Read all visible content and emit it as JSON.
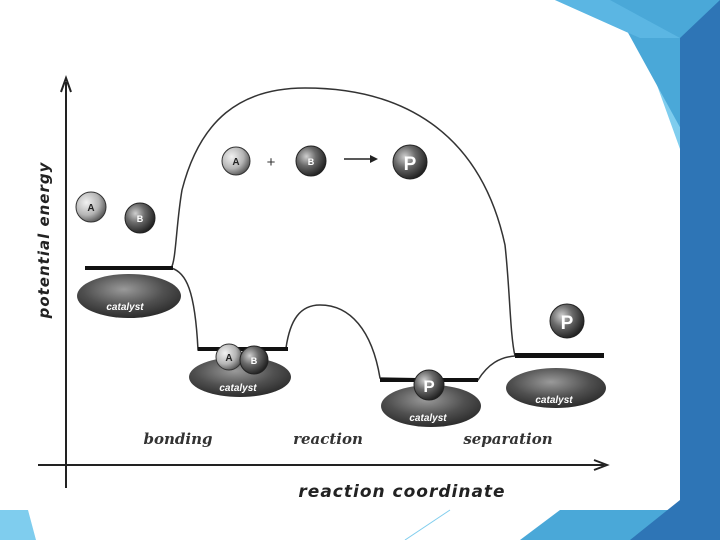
{
  "theme": {
    "accent_dark": "#2e75b6",
    "accent_mid": "#4aa8d8",
    "accent_light": "#7fcdee"
  },
  "diagram": {
    "y_axis_label": "potential energy",
    "x_axis_label": "reaction coordinate",
    "stages": [
      "bonding",
      "reaction",
      "separation"
    ],
    "reaction": {
      "reactant_a": "A",
      "plus": "+",
      "reactant_b": "B",
      "product": "P"
    },
    "initial_a": "A",
    "initial_b": "B",
    "bound_a": "A",
    "bound_b": "B",
    "product_bound": "P",
    "product_free": "P",
    "catalyst_labels": [
      "catalyst",
      "catalyst",
      "catalyst",
      "catalyst"
    ]
  }
}
